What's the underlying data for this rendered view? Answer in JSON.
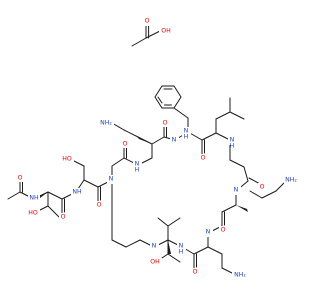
{
  "colors": {
    "carbon_bond": "#1a1a1a",
    "oxygen": "#e60000",
    "nitrogen": "#1f3fbf",
    "background": "#ffffff"
  },
  "labels": {
    "acetic_acid_oh": "OH",
    "acetic_acid_o": "O",
    "amine_nh2": "NH₂",
    "amide_nh": "NH",
    "ring_n": "N",
    "hydroxyl_ho": "HO",
    "hydroxyl_oh": "OH",
    "carbonyl_o": "O",
    "ring_h": "H"
  }
}
